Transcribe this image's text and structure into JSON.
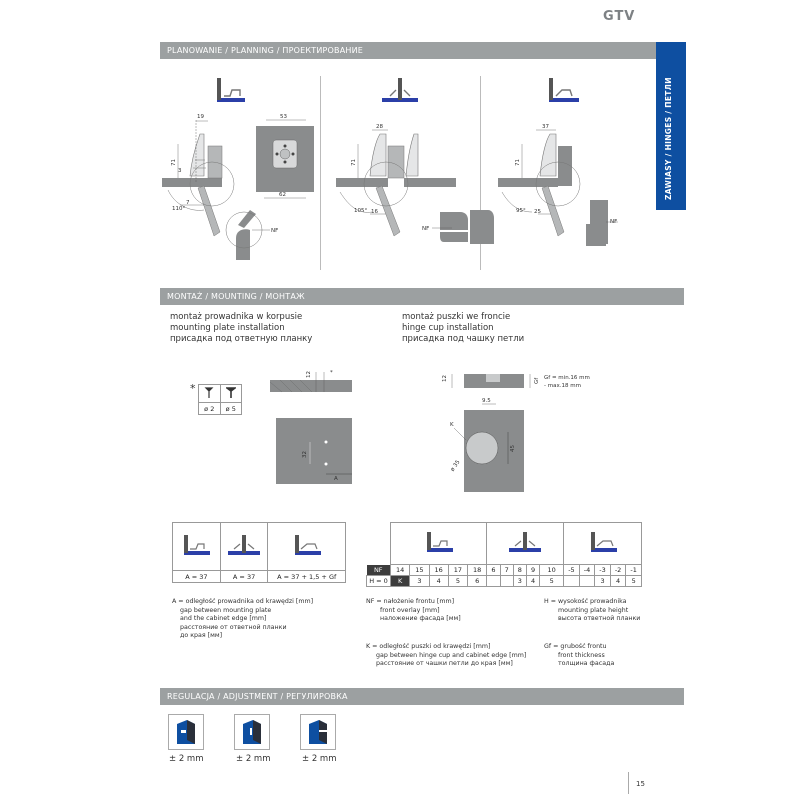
{
  "brand": "GTV",
  "side_tab": "ZAWIASY / HINGES / ПЕТЛИ",
  "sections": {
    "planning": "PLANOWANIE / PLANNING / ПРОЕКТИРОВАНИЕ",
    "mounting": "MONTAŻ / MOUNTING / МОНТАЖ",
    "adjustment": "REGULACJA / ADJUSTMENT / РЕГУЛИРОВКА"
  },
  "planning": {
    "d1": {
      "w": "19",
      "h": "71",
      "gap": "3",
      "a": "7",
      "angle": "110°",
      "nf": "NF"
    },
    "d2": {
      "top": "53",
      "bottom": "62"
    },
    "d3": {
      "w": "28",
      "h": "71",
      "a": "16",
      "angle": "105°",
      "nf": "NF"
    },
    "d4": {
      "w": "37",
      "h": "71",
      "a": "25",
      "angle": "95°",
      "nf": "NF"
    }
  },
  "mounting": {
    "left_text": [
      "montaż prowadnika w korpusie",
      "mounting plate installation",
      "присадка под ответную планку"
    ],
    "right_text": [
      "montaż puszki we froncie",
      "hinge cup installation",
      "присадка под чашку петли"
    ],
    "screw_star": "*",
    "screws": [
      "ø 2",
      "ø 5"
    ],
    "plate": {
      "d12": "12",
      "star": "*",
      "d32": "32",
      "a": "A"
    },
    "cup": {
      "d12": "12",
      "gf": "Gf",
      "gf_text": [
        "Gf = min.16 mm",
        "- max.18 mm"
      ],
      "d95": "9.5",
      "k": "K",
      "d35": "ø 35",
      "d45": "45"
    }
  },
  "a_table": [
    "A = 37",
    "A = 37",
    "A = 37 + 1,5 + Gf"
  ],
  "nf_table": {
    "nf_label": "NF",
    "h_label": "H = 0",
    "k_label": "K",
    "nf": [
      "14",
      "15",
      "16",
      "17",
      "18",
      "6",
      "7",
      "8",
      "9",
      "10",
      "-5",
      "-4",
      "-3",
      "-2",
      "-1"
    ],
    "k": [
      "",
      "3",
      "4",
      "5",
      "6",
      "",
      "",
      "3",
      "4",
      "5",
      "",
      "",
      "3",
      "4",
      "5"
    ]
  },
  "legend": {
    "a": [
      "A = odległość prowadnika od krawędzi [mm]",
      "gap between mounting plate",
      "and the cabinet edge [mm]",
      "расстояние от ответной планки",
      "до края [мм]"
    ],
    "nf": [
      "NF = nałożenie frontu [mm]",
      "front overlay [mm]",
      "наложение фасада [мм]"
    ],
    "h": [
      "H = wysokość prowadnika",
      "mounting plate height",
      "высота ответной планки"
    ],
    "k": [
      "K = odległość puszki od krawędzi [mm]",
      "gap between hinge cup and cabinet edge [mm]",
      "расстояние от чашки петли до края [мм]"
    ],
    "gf": [
      "Gf = grubość frontu",
      "front thickness",
      "толщина фасада"
    ]
  },
  "adjust": [
    "± 2 mm",
    "± 2 mm",
    "± 2 mm"
  ],
  "page_number": "15",
  "colors": {
    "accent": "#0e4fa1",
    "bar": "#9ca0a1",
    "panel": "#8a8c8d"
  }
}
